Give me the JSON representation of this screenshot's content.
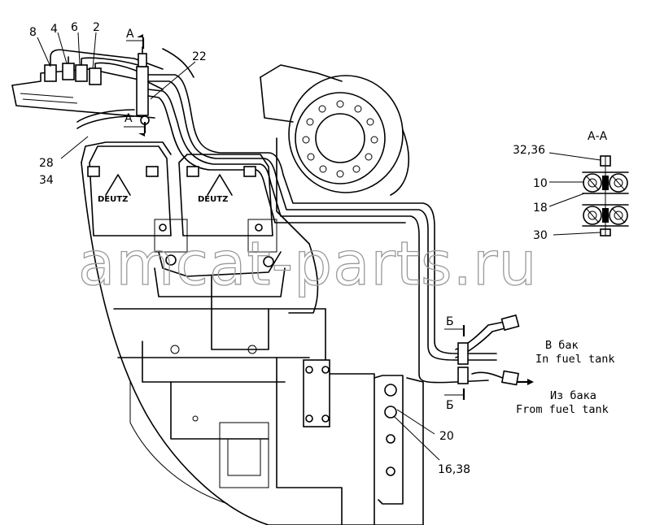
{
  "labels": {
    "l8": "8",
    "l4": "4",
    "l6": "6",
    "l2": "2",
    "l22": "22",
    "l28": "28",
    "l34": "34",
    "l20": "20",
    "l1638": "16,38",
    "l3236": "32,36",
    "l10": "10",
    "l18": "18",
    "l30": "30"
  },
  "section_aa": {
    "title": "А-А",
    "mark_a": "А"
  },
  "section_bb": {
    "mark_b": "Б"
  },
  "fuel": {
    "to_tank_ru": "В бак",
    "to_tank_en": "In fuel tank",
    "from_tank_ru": "Из бака",
    "from_tank_en": "From fuel tank"
  },
  "logo": "DEUTZ",
  "watermark": "amcat-parts.ru"
}
